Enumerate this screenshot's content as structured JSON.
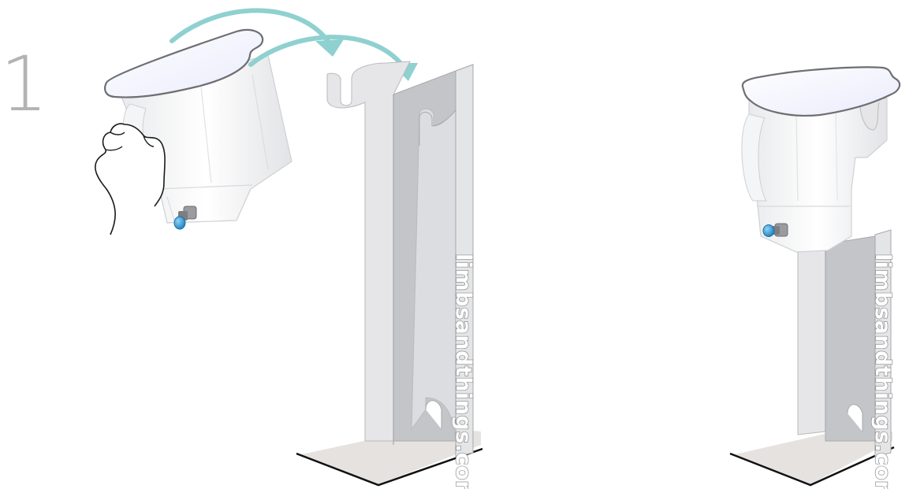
{
  "step": {
    "number": "1"
  },
  "brand": {
    "left_stand": "limbsandthings.com",
    "right_stand": "limbsandthings.com"
  },
  "colors": {
    "arrow": "#8fd0d0",
    "stand_light": "#e6e6e8",
    "stand_shadow": "#c4c5c8",
    "base": "#e6e2e0",
    "lid": "#f3f4fd",
    "valve": "#29a3e0"
  },
  "icons": {
    "arrows": "curved-arrow-icon",
    "hand": "hand-icon",
    "valve": "valve-icon"
  }
}
